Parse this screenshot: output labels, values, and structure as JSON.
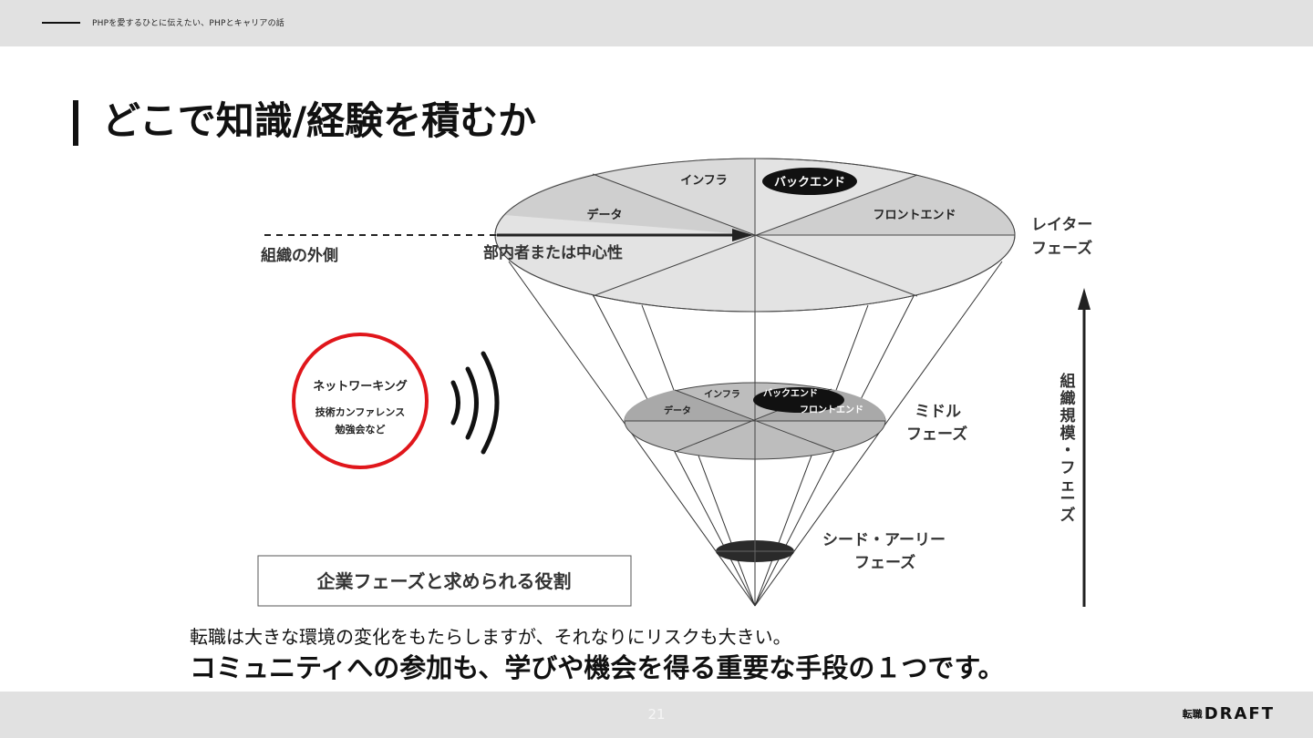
{
  "header": {
    "text": "PHPを愛するひとに伝えたい、PHPとキャリアの話"
  },
  "title": "どこで知識/経験を積むか",
  "diagram": {
    "top_segments": {
      "data": "データ",
      "infra": "インフラ",
      "backend": "バックエンド",
      "frontend": "フロントエンド"
    },
    "mid_segments": {
      "data": "データ",
      "infra": "インフラ",
      "backend": "バックエンド",
      "frontend": "フロントエンド"
    },
    "outer_label": "組織の外側",
    "inner_label": "部内者または中心性",
    "later_phase": [
      "レイター",
      "フェーズ"
    ],
    "middle_phase": [
      "ミドル",
      "フェーズ"
    ],
    "seed_phase": [
      "シード・アーリー",
      "フェーズ"
    ],
    "axis_label": [
      "組",
      "織",
      "規",
      "模",
      "・",
      "フ",
      "ェ",
      "ー",
      "ズ"
    ],
    "networking": {
      "title": "ネットワーキング",
      "line1": "技術カンファレンス",
      "line2": "勉強会など",
      "ring_color": "#e0161b"
    },
    "caption": "企業フェーズと求められる役割"
  },
  "body": {
    "line1": "転職は大きな環境の変化をもたらしますが、それなりにリスクも大きい。",
    "line2": "コミュニティへの参加も、学びや機会を得る重要な手段の１つです。"
  },
  "footer": {
    "page_number": "21",
    "logo_kanji": "転職",
    "logo_latin": "DRAFT"
  }
}
